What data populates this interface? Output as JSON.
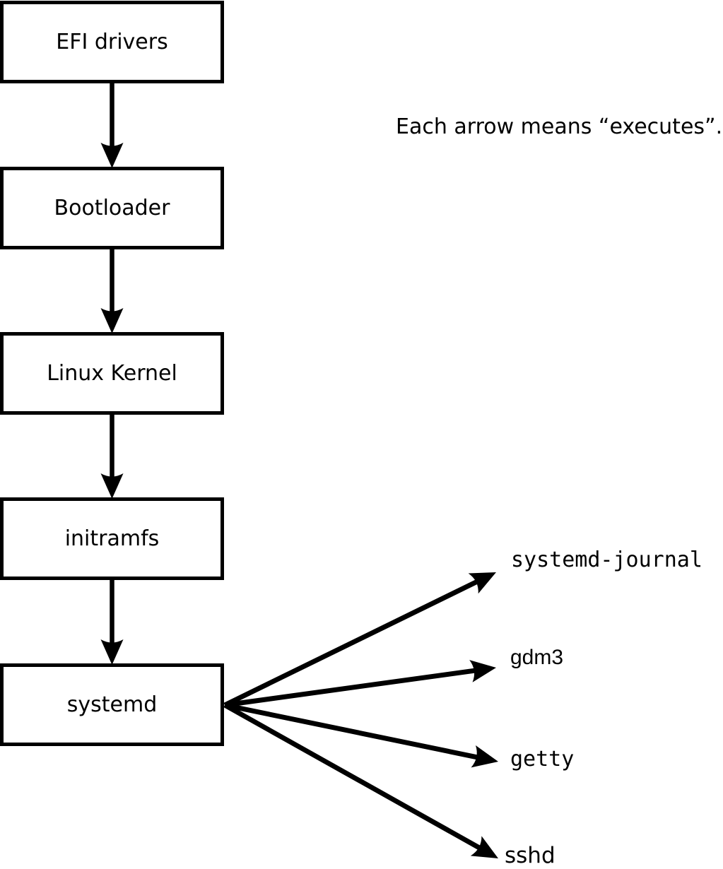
{
  "diagram": {
    "note": "Each arrow means “executes”.",
    "edge_meaning": "executes",
    "nodes": [
      {
        "label": "EFI drivers"
      },
      {
        "label": "Bootloader"
      },
      {
        "label": "Linux Kernel"
      },
      {
        "label": "initramfs"
      },
      {
        "label": "systemd"
      }
    ],
    "targets": [
      {
        "label": "systemd-journal"
      },
      {
        "label": "gdm3"
      },
      {
        "label": "getty"
      },
      {
        "label": "sshd"
      }
    ],
    "colors": {
      "ink": "#000000",
      "background": "#ffffff",
      "box_fill": "#ffffff"
    }
  }
}
